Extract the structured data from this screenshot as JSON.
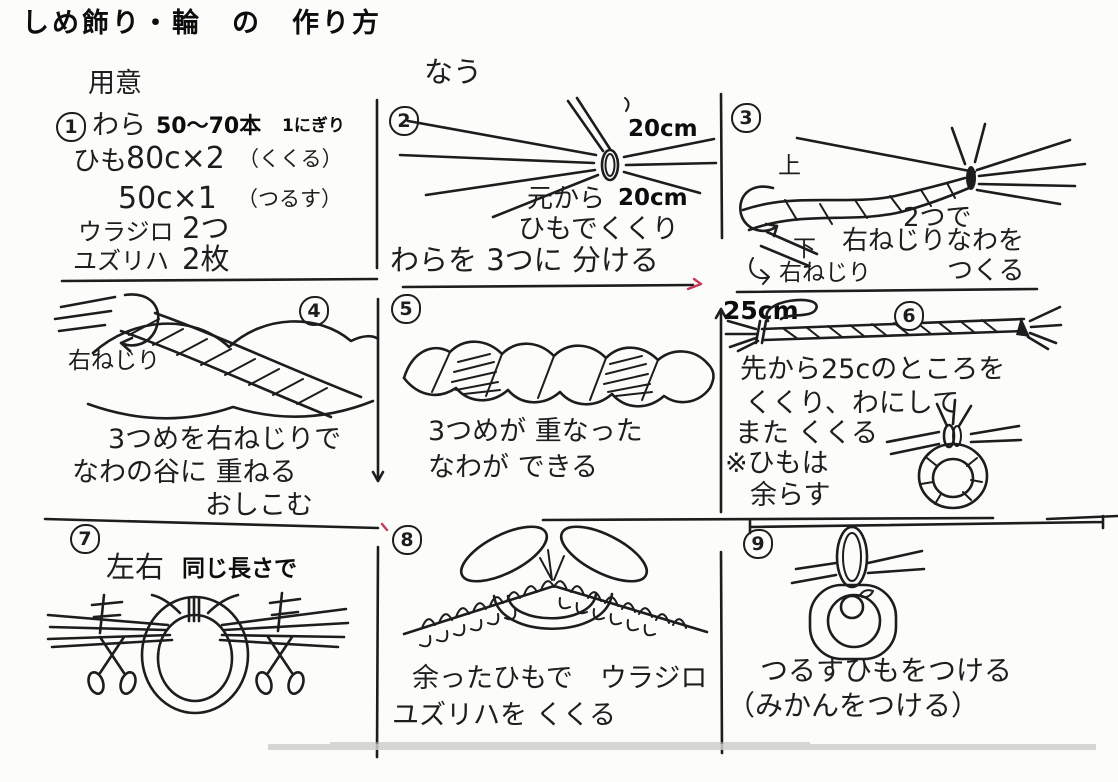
{
  "title": "しめ飾り・輪　の　作り方",
  "headers": {
    "prepare": "用意",
    "twist": "なう"
  },
  "panels": {
    "p1": {
      "num": "1",
      "straw_label": "わら",
      "straw_qty": "50〜70本",
      "straw_note": "1にぎり",
      "string_line1": "ひも",
      "string_len1": "80c×2",
      "string_use1": "（くくる）",
      "string_len2": "50c×1",
      "string_use2": "（つるす）",
      "fern_label": "ウラジロ",
      "fern_qty": "2つ",
      "leaf_label": "ユズリハ",
      "leaf_qty": "2枚"
    },
    "p2": {
      "num": "2",
      "len_top": "20cm",
      "from_base": "元から",
      "len_base": "20cm",
      "tie": "ひもでくくり",
      "caption": "わらを 3つに 分ける"
    },
    "p3": {
      "num": "3",
      "up": "上",
      "down": "下",
      "twist": "右ねじり",
      "cap1": "2つで",
      "cap2": "右ねじりなわを",
      "cap3": "つくる"
    },
    "p4": {
      "num": "4",
      "twist": "右ねじり",
      "cap1": "3つめを右ねじりで",
      "cap2": "なわの谷に 重ねる",
      "cap3": "おしこむ"
    },
    "p5": {
      "num": "5",
      "cap1": "3つめが 重なった",
      "cap2": "なわが できる"
    },
    "p6": {
      "num": "6",
      "len": "25cm",
      "cap1": "先から25cのところを",
      "cap2": "くくり、わにして",
      "cap3": "また くくる",
      "note1": "※ひもは",
      "note2": "余らす"
    },
    "p7": {
      "num": "7",
      "lr": "左右",
      "same_len": "同じ長さで"
    },
    "p8": {
      "num": "8",
      "cap1": "余ったひもで　ウラジロ",
      "cap2": "ユズリハを くくる"
    },
    "p9": {
      "num": "9",
      "cap1": "つるすひもをつける",
      "cap2": "（みかんをつける）"
    }
  },
  "colors": {
    "ink": "#1d1d1d",
    "paper": "#fcfcfa",
    "accent_red": "#c23a55"
  }
}
